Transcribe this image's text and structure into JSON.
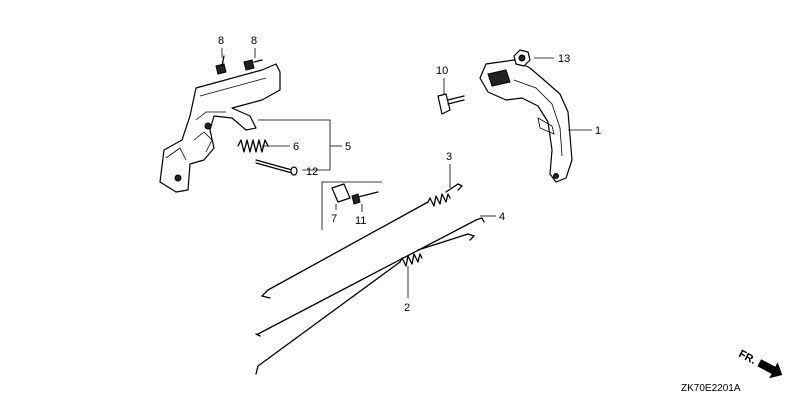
{
  "diagram": {
    "callouts": [
      {
        "id": "c1",
        "text": "1"
      },
      {
        "id": "c2",
        "text": "2"
      },
      {
        "id": "c3",
        "text": "3"
      },
      {
        "id": "c4",
        "text": "4"
      },
      {
        "id": "c5",
        "text": "5"
      },
      {
        "id": "c6",
        "text": "6"
      },
      {
        "id": "c7",
        "text": "7"
      },
      {
        "id": "c8a",
        "text": "8"
      },
      {
        "id": "c8b",
        "text": "8"
      },
      {
        "id": "c10",
        "text": "10"
      },
      {
        "id": "c11",
        "text": "11"
      },
      {
        "id": "c12",
        "text": "12"
      },
      {
        "id": "c13",
        "text": "13"
      }
    ],
    "direction_label": "FR.",
    "diagram_code": "ZK70E2201A"
  }
}
